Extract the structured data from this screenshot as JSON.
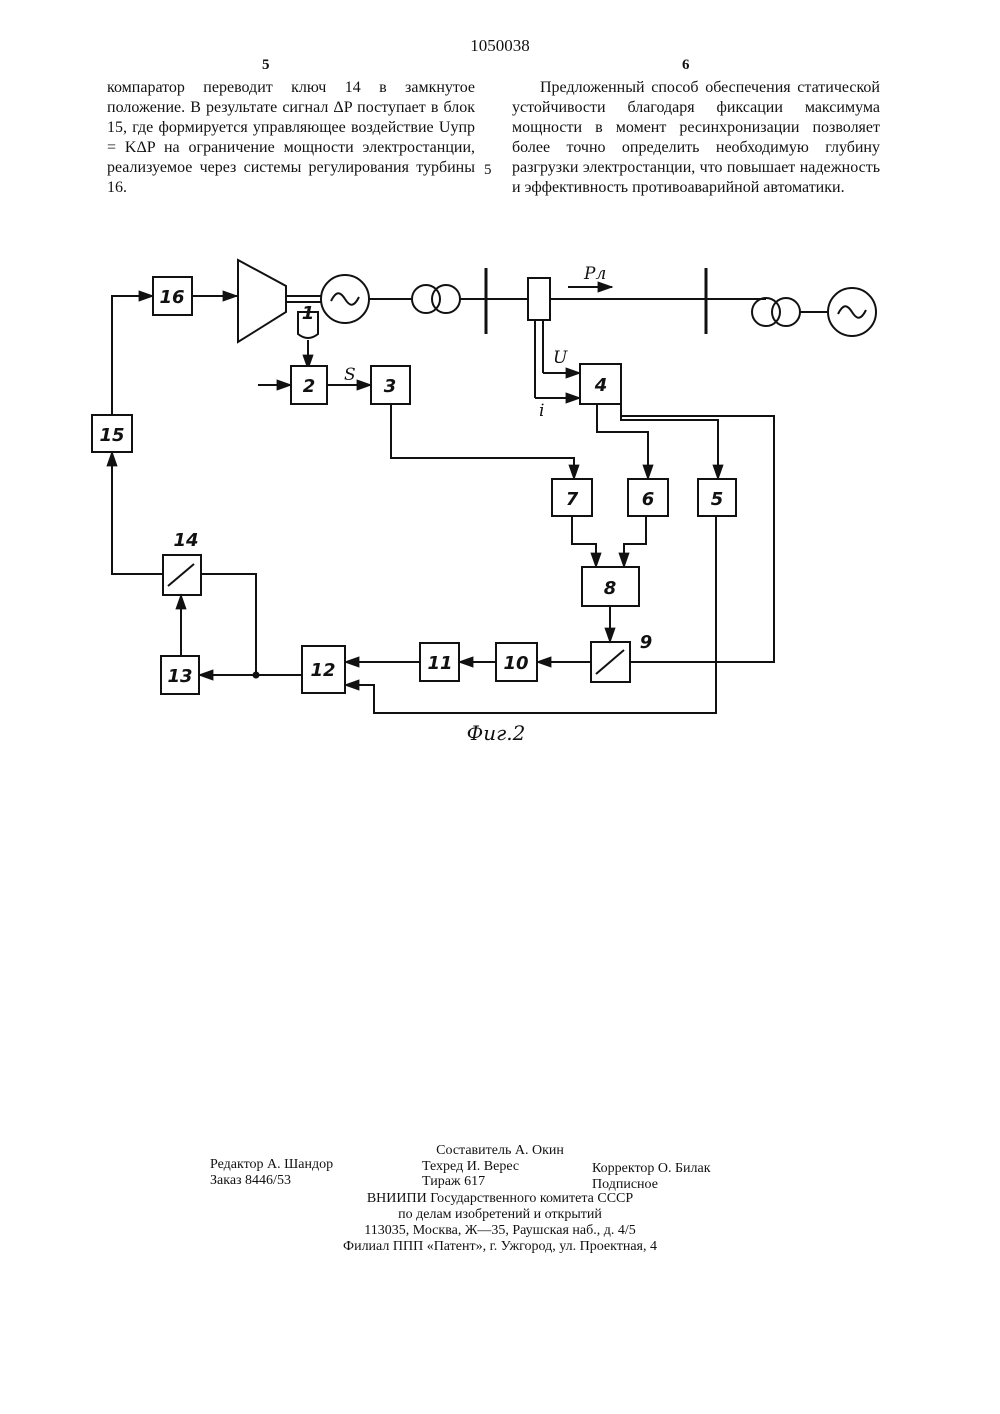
{
  "header": {
    "patent_number": "1050038",
    "col_left_number": "5",
    "col_right_number": "6",
    "line_number": "5"
  },
  "text": {
    "left_column": [
      "компаратор переводит ключ 14 в замкнутое положение. В результате сигнал ΔP поступает в блок 15, где формируется управляющее воздействие Uупр = KΔP на ограничение мощности электростанции, реализуемое через системы регулирования турбины 16."
    ],
    "right_column": [
      "Предложенный способ обеспечения статической устойчивости благодаря фиксации максимума мощности в момент ресинхронизации позволяет более точно определить необходимую глубину разгрузки электростанции, что повышает надежность и эффективность противоаварийной автоматики."
    ]
  },
  "figure": {
    "caption": "Фиг.2",
    "blocks": [
      "1",
      "2",
      "3",
      "4",
      "5",
      "6",
      "7",
      "8",
      "9",
      "10",
      "11",
      "12",
      "13",
      "14",
      "15",
      "16"
    ],
    "signals": {
      "slip": "S",
      "voltage": "U",
      "current": "i",
      "line_power": "Pл"
    }
  },
  "imprint": {
    "compiler": "Составитель А. Окин",
    "editor": "Редактор А. Шандор",
    "tech_editor": "Техред И. Верес",
    "corrector": "Корректор О. Билак",
    "order": "Заказ 8446/53",
    "circulation": "Тираж 617",
    "subscription": "Подписное",
    "org_line1": "ВНИИПИ Государственного комитета СССР",
    "org_line2": "по делам изобретений и открытий",
    "org_address": "113035, Москва, Ж—35, Раушская наб., д. 4/5",
    "branch": "Филиал ППП «Патент», г. Ужгород, ул. Проектная, 4"
  }
}
